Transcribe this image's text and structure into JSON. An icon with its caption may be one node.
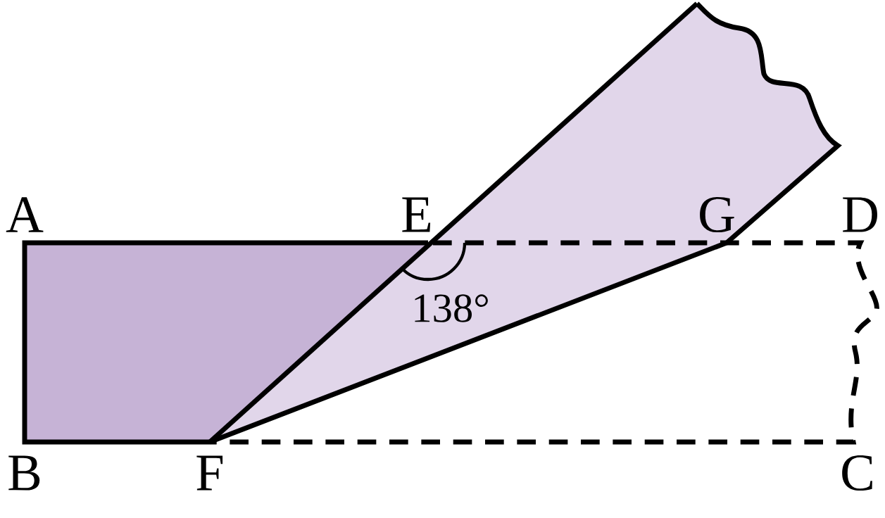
{
  "diagram": {
    "labels": [
      "A",
      "E",
      "G",
      "D",
      "138°",
      "B",
      "F",
      "C"
    ]
  }
}
